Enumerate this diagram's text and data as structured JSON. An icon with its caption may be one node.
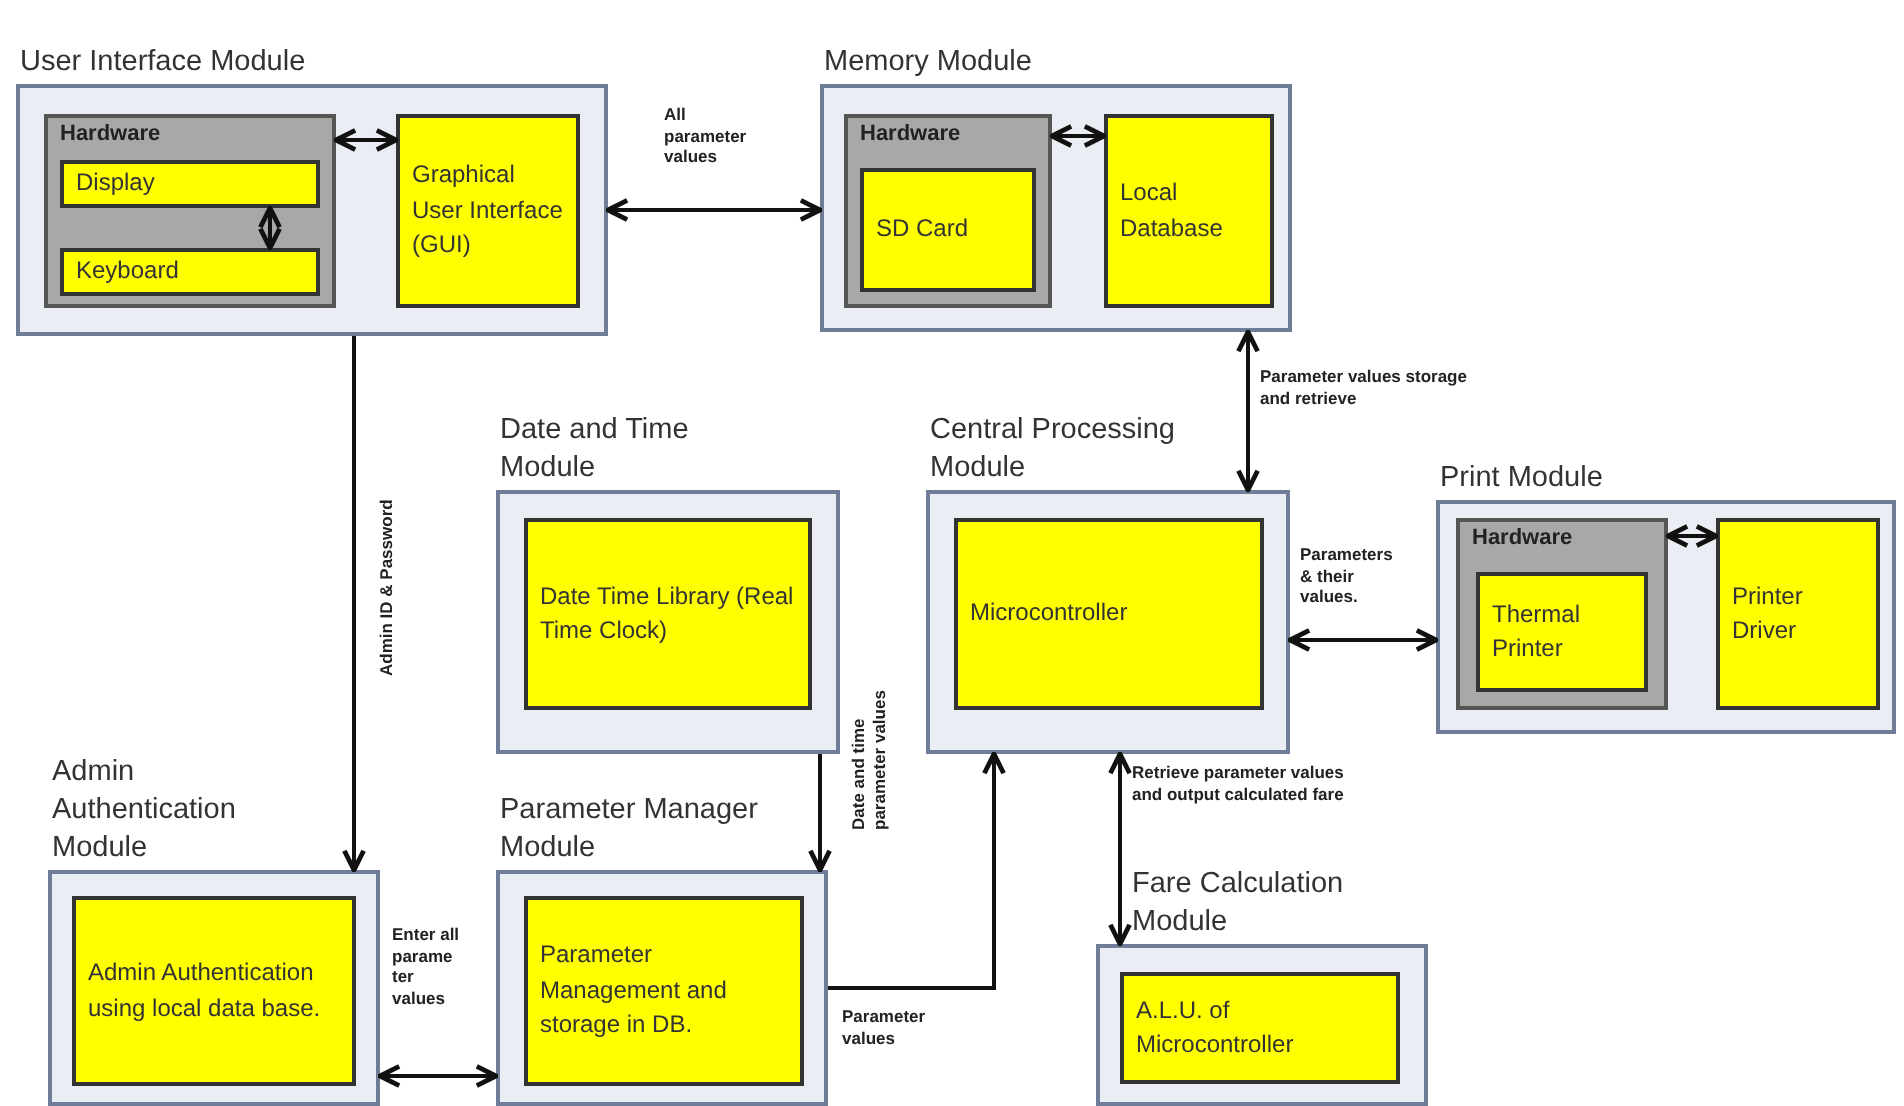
{
  "diagram": {
    "nodes": [
      {
        "text": [
          "User Interface Module"
        ]
      },
      {
        "text": [
          "Hardware"
        ],
        "in": 0
      },
      {
        "text": [
          "Display"
        ],
        "in": 1
      },
      {
        "text": [
          "Keyboard"
        ],
        "in": 1
      },
      {
        "text": [
          "Graphical User Interface (GUI)"
        ],
        "in": 0
      },
      {
        "text": [
          "Memory Module"
        ]
      },
      {
        "text": [
          "Hardware"
        ],
        "in": 5
      },
      {
        "text": [
          "SD Card"
        ],
        "in": 6
      },
      {
        "text": [
          "Local Database"
        ],
        "in": 5
      },
      {
        "text": [
          "Date and Time Module"
        ]
      },
      {
        "text": [
          "Date Time Library (Real Time Clock)"
        ],
        "in": 9
      },
      {
        "text": [
          "Central Processing Module"
        ]
      },
      {
        "text": [
          "Microcontroller"
        ],
        "in": 11
      },
      {
        "text": [
          "Print Module"
        ]
      },
      {
        "text": [
          "Hardware"
        ],
        "in": 13
      },
      {
        "text": [
          "Thermal Printer"
        ],
        "in": 14
      },
      {
        "text": [
          "Printer Driver"
        ],
        "in": 13
      },
      {
        "text": [
          "Parameter Manager Module"
        ]
      },
      {
        "text": [
          "Parameter Management and storage in DB."
        ],
        "in": 17
      },
      {
        "text": [
          "Admin Authentication Module"
        ]
      },
      {
        "text": [
          "Admin Authentication using local data base."
        ],
        "in": 19
      },
      {
        "text": [
          "Fare Calculation Module"
        ]
      },
      {
        "text": [
          "A.L.U. of Microcontroller"
        ],
        "in": 21
      }
    ],
    "edges": [
      {
        "from": 1,
        "to": 4,
        "arrow": "both"
      },
      {
        "from": 2,
        "to": 3,
        "arrow": "both"
      },
      {
        "from": 0,
        "to": 5,
        "arrow": "both",
        "label": "All parameter values"
      },
      {
        "from": 6,
        "to": 8,
        "arrow": "both"
      },
      {
        "from": 5,
        "to": 11,
        "arrow": "both",
        "label": "Parameter values storage and retrieve"
      },
      {
        "from": 0,
        "to": 19,
        "arrow": "to",
        "label": "Admin ID & Password"
      },
      {
        "from": 9,
        "to": 17,
        "arrow": "to",
        "label": "Date and time parameter values"
      },
      {
        "from": 19,
        "to": 17,
        "arrow": "both",
        "label": "Enter all parame ter values"
      },
      {
        "from": 17,
        "to": 11,
        "arrow": "to",
        "label": "Parameter values"
      },
      {
        "from": 11,
        "to": 13,
        "arrow": "both",
        "label": "Parameters & their values."
      },
      {
        "from": 11,
        "to": 21,
        "arrow": "both",
        "label": "Retrieve parameter values and output calculated fare"
      },
      {
        "from": 14,
        "to": 16,
        "arrow": "both"
      }
    ]
  }
}
